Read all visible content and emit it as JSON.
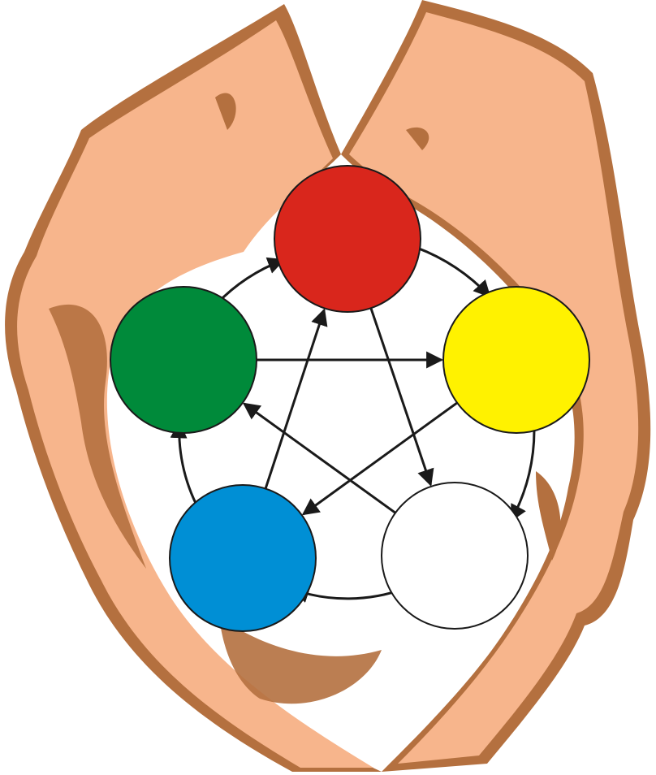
{
  "palette": {
    "skin": "#f7b58c",
    "skin_shadow": "#b4703f",
    "outline": "#1a1a1a",
    "arrow": "#1a1a1a",
    "background": "#ffffff"
  },
  "nodes": [
    {
      "id": "red",
      "color": "#d9261c"
    },
    {
      "id": "yellow",
      "color": "#fff200"
    },
    {
      "id": "white",
      "color": "#ffffff"
    },
    {
      "id": "blue",
      "color": "#008fd5"
    },
    {
      "id": "green",
      "color": "#008a3a"
    }
  ],
  "cycle_edges": [
    {
      "from": "red",
      "to": "yellow"
    },
    {
      "from": "yellow",
      "to": "white"
    },
    {
      "from": "white",
      "to": "blue"
    },
    {
      "from": "blue",
      "to": "green"
    },
    {
      "from": "green",
      "to": "red"
    }
  ],
  "star_edges": [
    {
      "from": "green",
      "to": "yellow"
    },
    {
      "from": "yellow",
      "to": "blue"
    },
    {
      "from": "blue",
      "to": "red"
    },
    {
      "from": "red",
      "to": "white"
    },
    {
      "from": "white",
      "to": "green"
    }
  ]
}
